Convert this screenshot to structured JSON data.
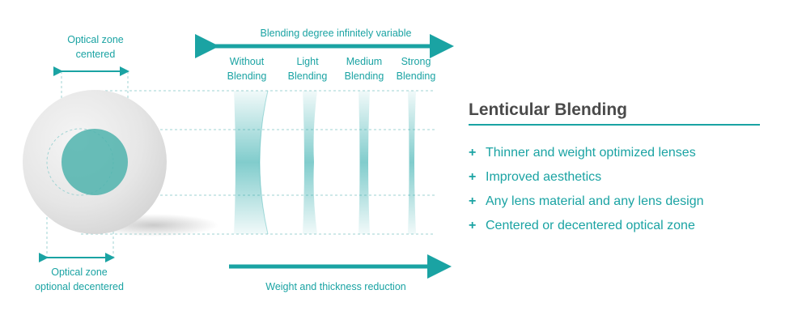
{
  "diagram": {
    "top_label": {
      "line1": "Optical zone",
      "line2": "centered"
    },
    "bottom_label": {
      "line1": "Optical zone",
      "line2": "optional decentered"
    },
    "blending_arrow_label": "Blending degree infinitely variable",
    "weight_arrow_label": "Weight and thickness reduction",
    "lens_types": [
      {
        "line1": "Without",
        "line2": "Blending"
      },
      {
        "line1": "Light",
        "line2": "Blending"
      },
      {
        "line1": "Medium",
        "line2": "Blending"
      },
      {
        "line1": "Strong",
        "line2": "Blending"
      }
    ]
  },
  "info": {
    "title": "Lenticular Blending",
    "bullet_symbol": "+",
    "features": [
      "Thinner and weight optimized lenses",
      "Improved aesthetics",
      "Any lens material and any lens design",
      "Centered or decentered optical zone"
    ]
  },
  "colors": {
    "accent": "#1aa3a3",
    "title": "#4a4a4a",
    "lens_gray": "#e4e4e4",
    "optical_zone": "#4fb3ad"
  }
}
